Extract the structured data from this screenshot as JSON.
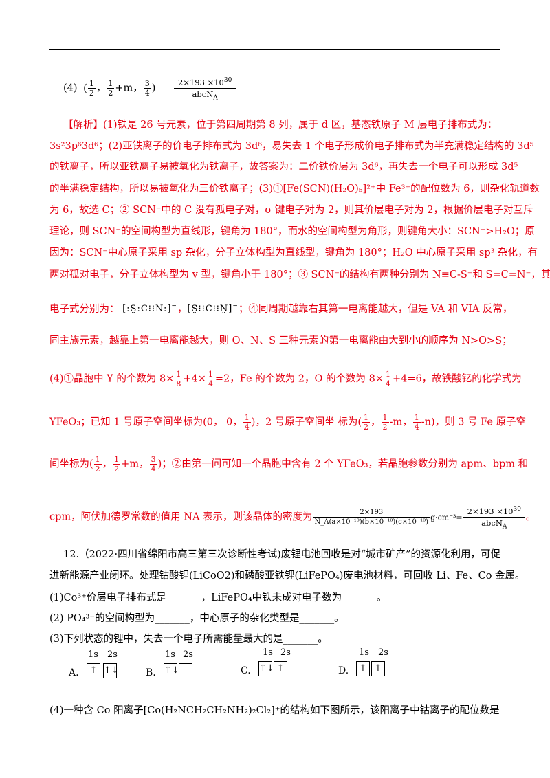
{
  "answer4": {
    "label": "(4)",
    "coords": [
      "(",
      "1",
      "2",
      "，",
      "1",
      "2",
      "+m，",
      "3",
      "4",
      ")"
    ],
    "density_num": "2×193 ×10",
    "density_exp": "30",
    "density_den": "abcN",
    "density_den_sub": "A"
  },
  "analysis": {
    "l1": "【解析】(1)铁是 26 号元素，位于第四周期第 8 列，属于 d 区，基态铁原子 M 层电子排布式为：",
    "l2": "3s²3p⁶3d⁶；(2)亚铁离子的价电子排布式为 3d⁶，易失去 1 个电子形成价电子排布式为半充满稳定结构的 3d⁵",
    "l3": "的铁离子，所以亚铁离子易被氧化为铁离子，故答案为：二价铁价层为 3d⁶，再失去一个电子可以形成 3d⁵",
    "l4": "的半满稳定结构，所以易被氧化为三价铁离子；(3)①[Fe(SCN)(H₂O)₅]²⁺中 Fe³⁺的配位数为 6，则杂化轨道数",
    "l5": "为 6，故选 C；② SCN⁻中的 C 没有孤电子对，σ 键电子对为 2，则其价层电子对为 2，根据价层电子对互斥",
    "l6": "理论，则 SCN⁻的空间构型为直线形，键角为 180°，而水的空间构型为角形，则键角大小：SCN⁻>H₂O；原",
    "l7": "因为：SCN⁻中心原子采用 sp 杂化，分子立体构型为直线型，键角为 180°；H₂O 中心原子采用 sp³ 杂化，有",
    "l8": "两对孤对电子，分子立体构型为 v 型，键角小于 180°；③ SCN⁻的结构有两种分别为 N≡C-S⁻和 S=C=N⁻，其",
    "l9a": "电子式分别为：",
    "lewis1": "[:S̤:C⁝⁝N:]",
    "lewis2": "[S̤⁝⁝C⁝⁝N̤]",
    "minus": "−",
    "l9b": "；④同周期越靠右其第一电离能越大，但是 VA 和 VIA 反常，",
    "l10": "同主族元素，越靠上第一电离能越大，则 O、N、S 三种元素的第一电离能由大到小的顺序为 N>O>S；",
    "l11a": "(4)①晶胞中 Y 的个数为 8×",
    "l11b": "+4×",
    "l11c": "=2，Fe 的个数为 2，O 的个数为 8×",
    "l11d": "+4=6，故铁酸钇的化学式为",
    "f_1_8": [
      "1",
      "8"
    ],
    "f_1_4": [
      "1",
      "4"
    ],
    "l12a": "YFeO₃；已知 1 号原子空间坐标为(0，  0，",
    "l12b": ")，2 号原子空间坐  标为(",
    "l12c": "，",
    "l12d": "-m，",
    "l12e": "-n)，则 3 号 Fe 原子空",
    "f_1_2": [
      "1",
      "2"
    ],
    "f_3_4": [
      "3",
      "4"
    ],
    "l13a": "间坐标为(",
    "l13b": "，",
    "l13c": "+m，",
    "l13d": ")；②由第一问可知一个晶胞中含有 2 个 YFeO₃，若晶胞参数分别为 apm、bpm 和",
    "l14a": "cpm，阿伏加德罗常数的值用 NA 表示，则该晶体的密度为",
    "big_num": "2×193",
    "big_den": "N_A(a×10⁻¹⁰)(b×10⁻¹⁰)(c×10⁻¹⁰)",
    "l14b": "g·cm⁻³=",
    "l14c": "。"
  },
  "q12": {
    "l1": "12.（2022·四川省绵阳市高三第三次诊断性考试)废锂电池回收是对“城市矿产”的资源化利用，可促",
    "l2": "进新能源产业闭环。处理钴酸锂(LiCoO2)和磷酸亚铁锂(LiFePO₄)废电池材料，可回收 Li、Fe、Co 金属。",
    "l3": "(1)Co³⁺价层电子排布式是_______，LiFePO₄中铁未成对电子数为_______。",
    "l4": "(2) PO₄³⁻的空间构型为_______，中心原子的杂化类型是_______。",
    "l5": "(3)下列状态的锂中，失去一个电子所需能量最大的是_______。",
    "options": [
      {
        "label": "A.",
        "s1": "1s",
        "s2": "2s",
        "b1": "↑",
        "b2": "↑↓"
      },
      {
        "label": "B.",
        "s1": "1s",
        "s2": "2s",
        "b1": "↑↓",
        "b2": ""
      },
      {
        "label": "C.",
        "s1": "1s",
        "s2": "2s",
        "b1": "↑↓",
        "b2": "↑"
      },
      {
        "label": "D.",
        "s1": "1s",
        "s2": "2s",
        "b1": "↑",
        "b2": "↑"
      }
    ],
    "l6": "(4)一种含 Co 阳离子[Co(H₂NCH₂CH₂NH₂)₂Cl₂]⁺的结构如下图所示，该阳离子中钴离子的配位数是"
  }
}
